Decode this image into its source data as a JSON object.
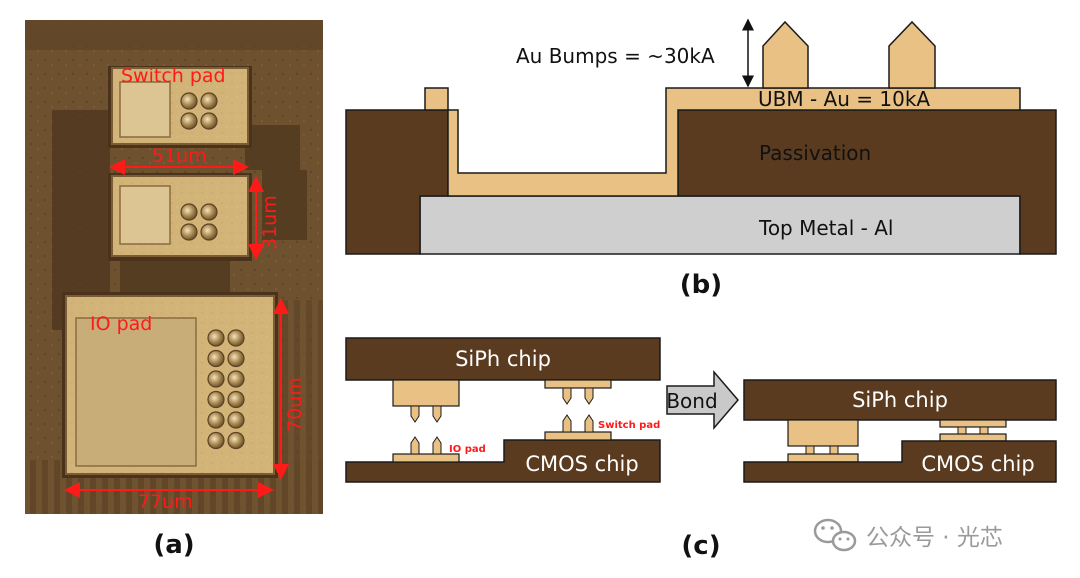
{
  "panel_a": {
    "label": "(a)",
    "switch_pad_label": "Switch pad",
    "io_pad_label": "IO pad",
    "dim_switch_width": "51um",
    "dim_switch_height": "31um",
    "dim_io_height": "70um",
    "dim_io_width": "77um"
  },
  "panel_b": {
    "label": "(b)",
    "au_bumps": "Au Bumps = ~30kA",
    "ubm": "UBM - Au = 10kA",
    "passivation": "Passivation",
    "top_metal": "Top Metal - Al"
  },
  "panel_c": {
    "label": "(c)",
    "siph_chip": "SiPh chip",
    "cmos_chip": "CMOS chip",
    "io_pad_tag": "IO pad",
    "switch_pad_tag": "Switch pad",
    "bond_arrow": "Bond",
    "siph_chip_after": "SiPh chip",
    "cmos_chip_after": "CMOS chip"
  },
  "watermark": {
    "text": "公众号 · 光芯",
    "icon": "wechat-icon"
  },
  "colors": {
    "dark_brown": "#5a3b1f",
    "gold": "#e9c184",
    "gray_metal": "#cfcfcf",
    "label_red": "#ff1a1a"
  }
}
